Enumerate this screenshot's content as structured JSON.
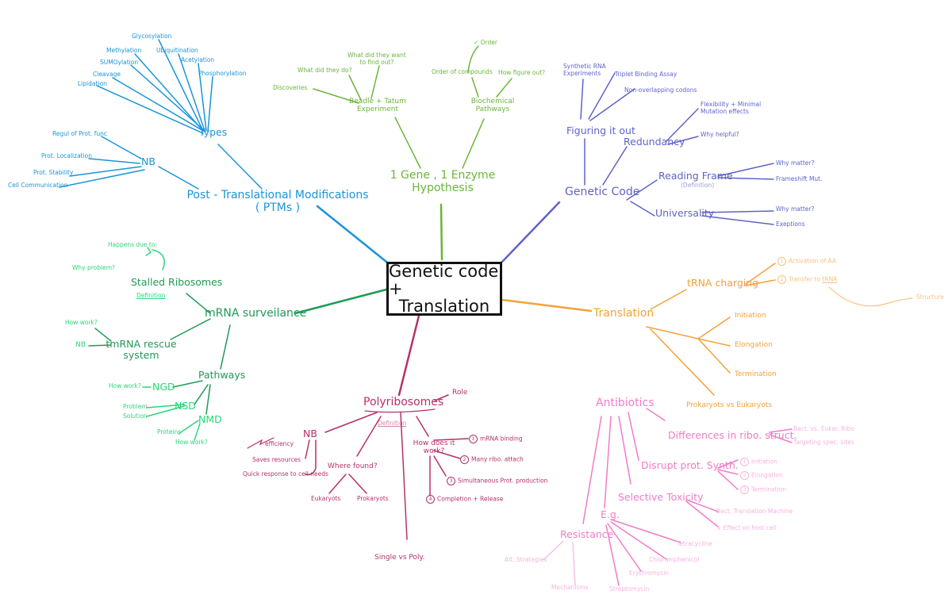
{
  "center": {
    "line1": "Genetic code +",
    "line2": "Translation"
  },
  "colors": {
    "purple": "#5f63c8",
    "green": "#6ab53a",
    "blue": "#1a95d8",
    "teal": "#1f9a56",
    "mint": "#2bd679",
    "orange": "#f2a23a",
    "light_orange": "#f8c27c",
    "pink": "#f07cc8",
    "light_pink": "#f6b3df",
    "maroon": "#b5316a"
  },
  "genetic_code": {
    "title": "Genetic Code",
    "figuring": "Figuring it out",
    "synthetic": "Synthetic RNA Experiments",
    "triplet": "Triplet Binding Assay",
    "nonoverlap": "Non-overlapping codons",
    "redundancy": "Redundancy",
    "flex": "Flexibility + Minimal Mutation effects",
    "why_helpful": "Why helpful?",
    "reading_frame": "Reading Frame",
    "definition": "(Definition)",
    "rf_why": "Why matter?",
    "frameshift": "Frameshift Mut.",
    "universality": "Universality",
    "uni_why": "Why matter?",
    "exceptions": "Exeptions"
  },
  "one_gene": {
    "title1": "1 Gene , 1 Enzyme",
    "title2": "Hypothesis",
    "beadle1": "Beadle + Tatum",
    "beadle2": "Experiment",
    "what_do": "What did they do?",
    "what_want1": "What did they want",
    "what_want2": "to find out?",
    "discoveries": "Discoveries",
    "biochem1": "Biochemical",
    "biochem2": "Pathways",
    "order_compounds": "Order of compounds",
    "how_figure": "How figure out?",
    "order": "✓ Order"
  },
  "ptm": {
    "title1": "Post - Translational Modifications",
    "title2": "( PTMs )",
    "types": "Types",
    "glycosylation": "Glycosylation",
    "methylation": "Methylation",
    "ubiquitination": "Ubiquitination",
    "sumoylation": "SUMOylation",
    "acetylation": "Acetylation",
    "cleavage": "Cleavage",
    "phosphorylation": "Phosphorylation",
    "lipidation": "Lipidation",
    "nb": "NB",
    "regul": "Regul of Prot. func",
    "localization": "Prot. Localization",
    "stability": "Prot. Stability",
    "cell_comm": "Cell Communication"
  },
  "mrna": {
    "title": "mRNA surveilance",
    "stalled": "Stalled Ribosomes",
    "definition": "Definition",
    "happens": "Happens due to:",
    "why_problem": "Why problem?",
    "tmrna1": "tmRNA rescue",
    "tmrna2": "system",
    "how_work": "How work?",
    "nb": "NB",
    "pathways": "Pathways",
    "ngd": "NGD",
    "ngd_how": "How work?",
    "nsd": "NSD",
    "problem": "Problem",
    "solution": "Solution",
    "nmd": "NMD",
    "proteins": "Proteins",
    "nmd_how": "How work?"
  },
  "translation": {
    "title": "Translation",
    "trna": "tRNA charging",
    "activation": "Activation of AA",
    "transfer": "Transfer to",
    "trna_word": "tRNA",
    "structure": "Structure",
    "initiation": "Initiation",
    "elongation": "Elongation",
    "termination": "Termination",
    "prok_euk": "Prokaryots vs Eukaryots"
  },
  "polyribosomes": {
    "title": "Polyribosomes",
    "role": "Role",
    "definition": "Definition",
    "nb": "NB",
    "efficiency": "efficiency",
    "saves": "Saves resources",
    "quick": "Quick response to cell needs",
    "where1": "Where found?",
    "eukaryots": "Eukaryots",
    "prokaryots": "Prokaryots",
    "how1": "How does it",
    "how2": "work?",
    "step1": "mRNA binding",
    "step2": "Many ribo. attach",
    "step3": "Simultaneous Prot. production",
    "step4": "Completion + Release",
    "single": "Single vs Poly."
  },
  "antibiotics": {
    "title": "Antibiotics",
    "differences": "Differences in ribo. struct.",
    "bact_euk": "Bact. vs. Eukar. Ribo",
    "targeting": "Targeting spec. sites",
    "disrupt": "Disrupt prot. Synth.",
    "initiation": "Initiation",
    "elongation": "Elongation",
    "termination": "Termination",
    "selective": "Selective Toxicity",
    "bact_trans": "Bact. Translation Machine",
    "effect": "↓ Effect on host cell",
    "eg": "E.g.",
    "tetracycline": "Tetracycline",
    "chloramphenicol": "Chloramphenicol",
    "erythromycin": "Erythromycin",
    "streptomycin": "Streptomycin",
    "resistance": "Resistance",
    "alt": "Alt. Strategies",
    "mechanisms": "Mechanisms"
  }
}
